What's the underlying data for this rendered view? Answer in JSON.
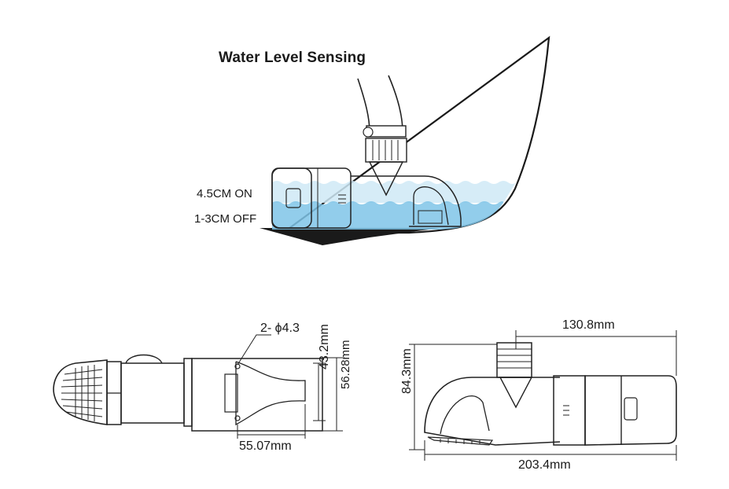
{
  "diagram": {
    "title": "Water Level Sensing",
    "levels": {
      "on_label": "4.5CM ON",
      "off_label": "1-3CM OFF"
    },
    "top_view": {
      "holes_label": "2- ϕ4.3",
      "width_label": "43.2mm",
      "height_label": "56.28mm",
      "length_label": "55.07mm"
    },
    "side_view": {
      "outlet_label": "130.8mm",
      "height_label": "84.3mm",
      "length_label": "203.4mm"
    }
  },
  "colors": {
    "water_light": "#cfe9f6",
    "water_deep": "#7fc4e8",
    "line": "#222222",
    "hull": "#1a1a1a"
  }
}
